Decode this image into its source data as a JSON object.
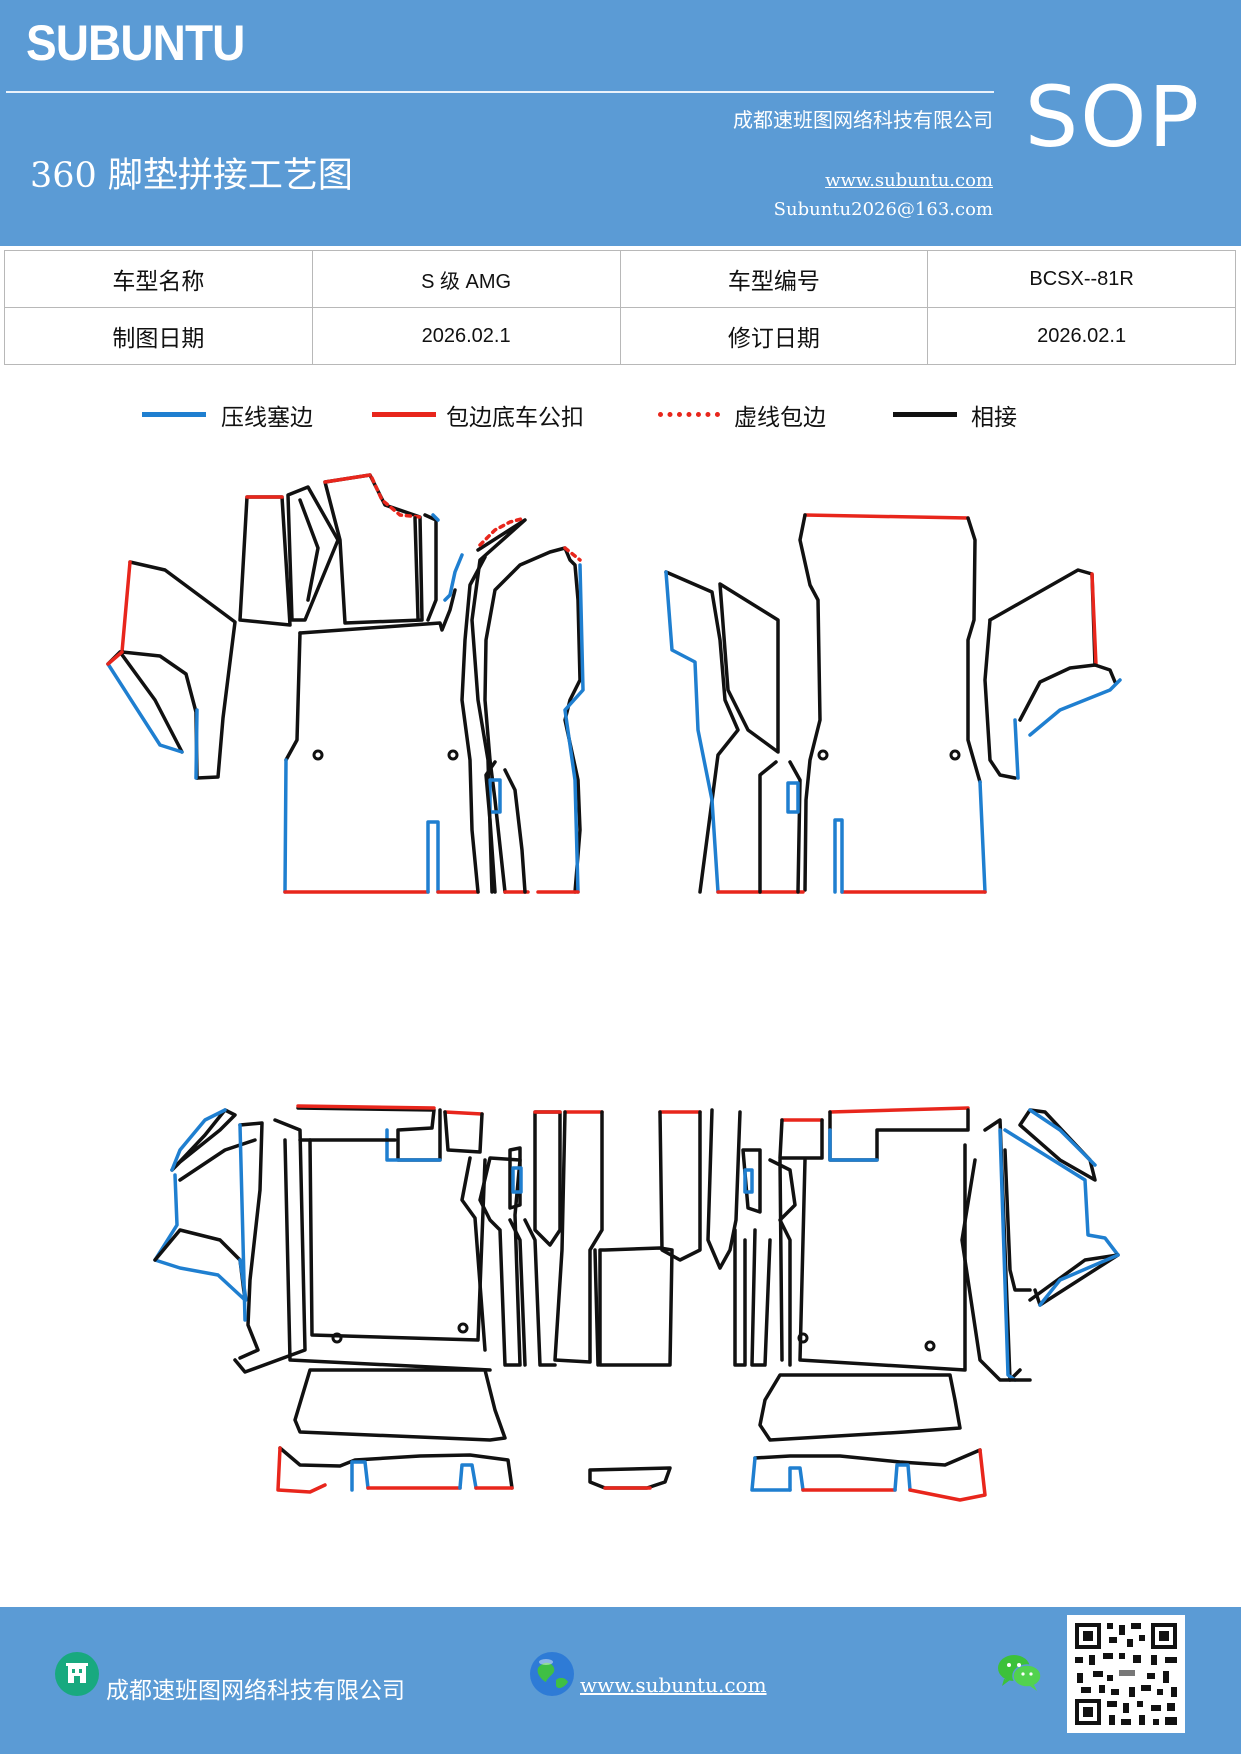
{
  "header": {
    "brand": "SUBUNTU",
    "badge": "SOP",
    "company": "成都速班图网络科技有限公司",
    "title": "360 脚垫拼接工艺图",
    "website": "www.subuntu.com",
    "email": "Subuntu2026@163.com"
  },
  "info_table": {
    "rows": [
      [
        "车型名称",
        "S 级 AMG",
        "车型编号",
        "BCSX--81R"
      ],
      [
        "制图日期",
        "2026.02.1",
        "修订日期",
        "2026.02.1"
      ]
    ]
  },
  "legend": [
    {
      "label": "压线塞边",
      "color": "#1f7fd0",
      "style": "solid"
    },
    {
      "label": "包边底车公扣",
      "color": "#e8261c",
      "style": "solid"
    },
    {
      "label": "虚线包边",
      "color": "#e8261c",
      "style": "dotted"
    },
    {
      "label": "相接",
      "color": "#111111",
      "style": "solid"
    }
  ],
  "footer": {
    "company": "成都速班图网络科技有限公司",
    "website": "www.subuntu.com"
  },
  "colors": {
    "header_bg": "#5b9bd5",
    "blue_edge": "#1f7fd0",
    "red_edge": "#e8261c",
    "black_edge": "#111111"
  }
}
